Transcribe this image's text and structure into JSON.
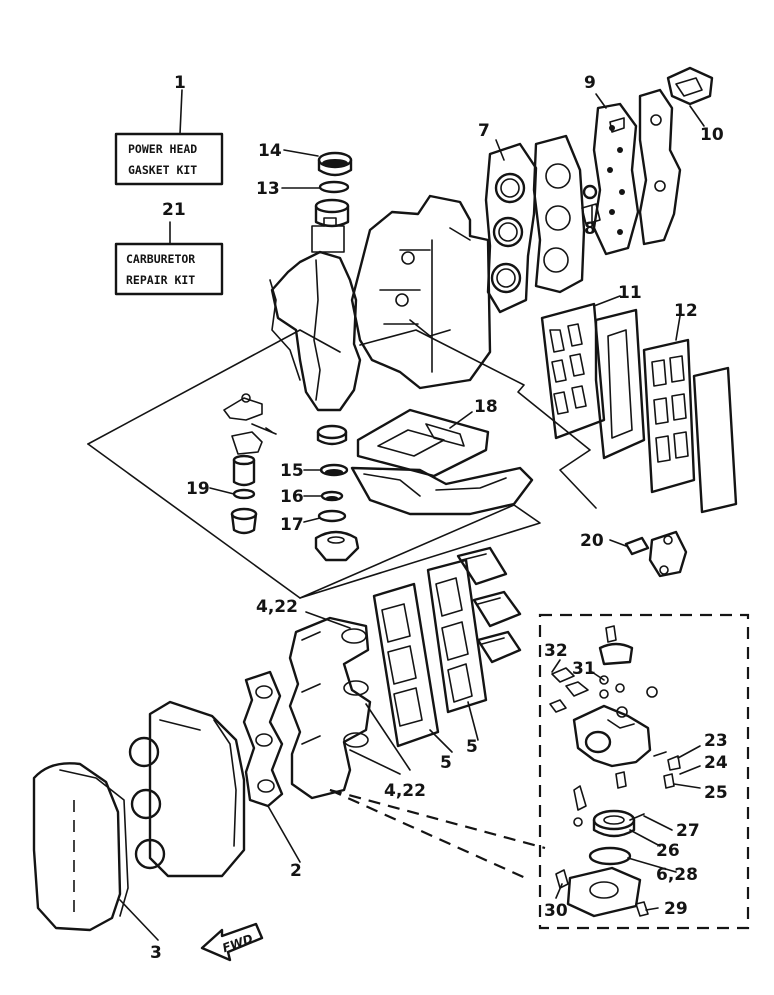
{
  "kits": {
    "power_head": {
      "number": "1",
      "line1": "POWER HEAD",
      "line2": "GASKET KIT"
    },
    "carburetor": {
      "number": "21",
      "line1": "CARBURETOR",
      "line2": "REPAIR KIT"
    }
  },
  "callouts": {
    "p2": "2",
    "p3": "3",
    "p4_22_top": "4,22",
    "p4_22_bottom": "4,22",
    "p5_left": "5",
    "p5_right": "5",
    "p6_28": "6,28",
    "p7": "7",
    "p8": "8",
    "p9": "9",
    "p10": "10",
    "p11": "11",
    "p12": "12",
    "p13": "13",
    "p14": "14",
    "p15": "15",
    "p16": "16",
    "p17": "17",
    "p18": "18",
    "p19": "19",
    "p20": "20",
    "p23": "23",
    "p24": "24",
    "p25": "25",
    "p26": "26",
    "p27": "27",
    "p29": "29",
    "p30": "30",
    "p31": "31",
    "p32": "32"
  },
  "fwd_arrow": {
    "label": "FWD"
  }
}
